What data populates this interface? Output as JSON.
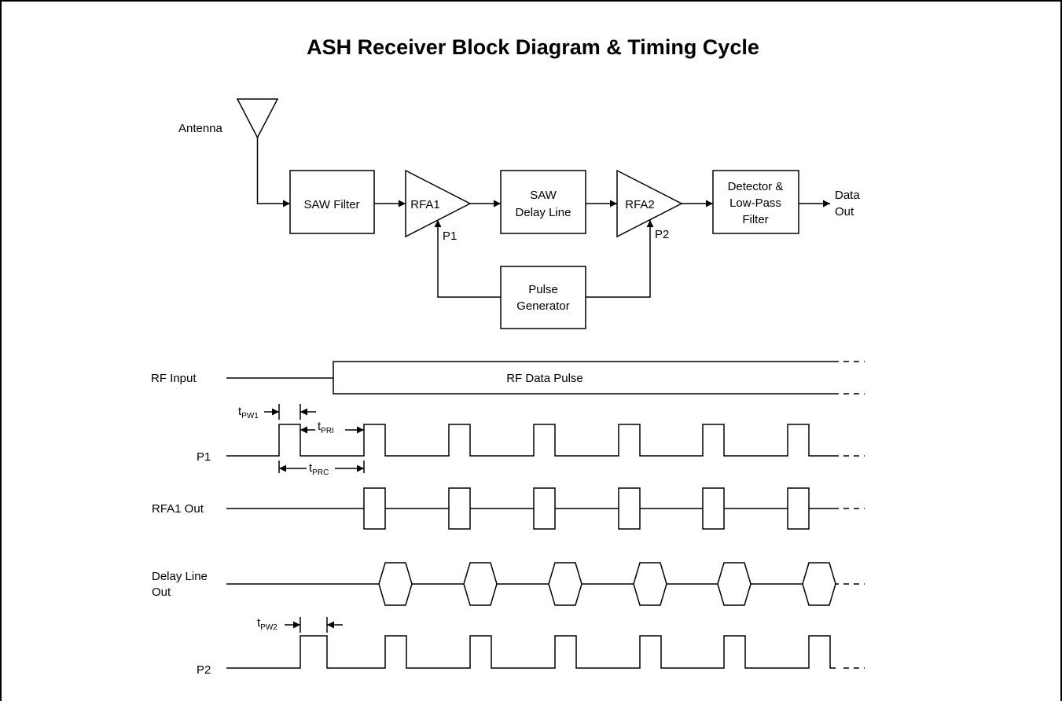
{
  "title": "ASH Receiver Block Diagram & Timing Cycle",
  "blocks": {
    "antenna": "Antenna",
    "saw_filter": "SAW Filter",
    "rfa1": "RFA1",
    "saw_delay_line": [
      "SAW",
      "Delay Line"
    ],
    "rfa2": "RFA2",
    "detector": [
      "Detector &",
      "Low-Pass",
      "Filter"
    ],
    "data_out": [
      "Data",
      "Out"
    ],
    "p1": "P1",
    "p2": "P2",
    "pulse_generator": [
      "Pulse",
      "Generator"
    ]
  },
  "timing": {
    "rf_input": "RF Input",
    "rf_data_pulse": "RF Data Pulse",
    "p1": "P1",
    "rfa1_out": "RFA1 Out",
    "delay_line_out": [
      "Delay Line",
      "Out"
    ],
    "p2": "P2",
    "t_pw1": {
      "main": "t",
      "sub": "PW1"
    },
    "t_pri": {
      "main": "t",
      "sub": "PRI"
    },
    "t_prc": {
      "main": "t",
      "sub": "PRC"
    },
    "t_pw2": {
      "main": "t",
      "sub": "PW2"
    }
  },
  "colors": {
    "line": "#000000",
    "background": "#ffffff"
  }
}
